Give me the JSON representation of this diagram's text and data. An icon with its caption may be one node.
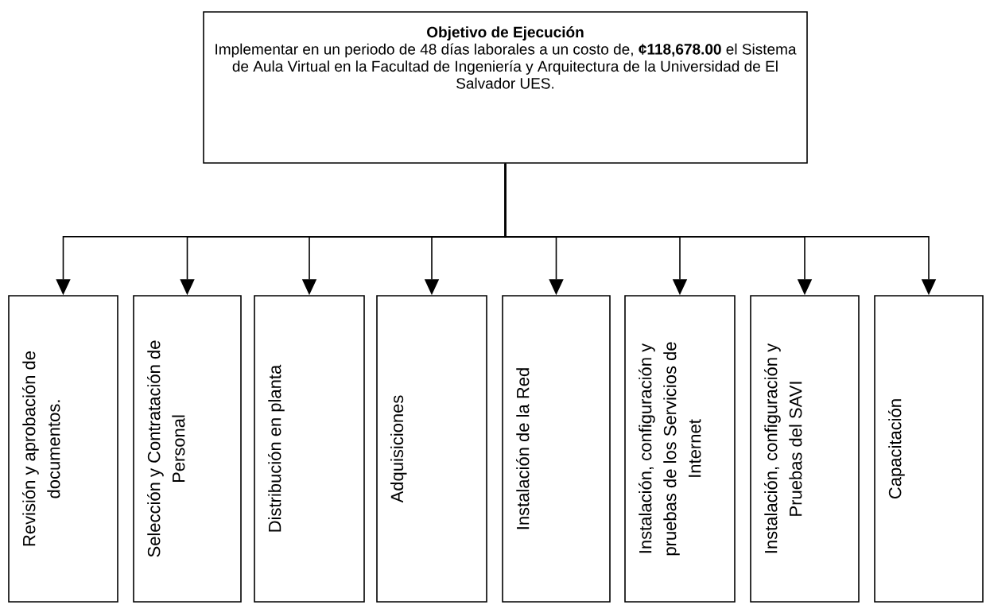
{
  "diagram": {
    "nodes": [
      {
        "text": [
          "Objetivo de Ejecución",
          "Implementar en un periodo de 48 días laborales a un costo de, **¢118,678.00** el Sistema de Aula Virtual en la Facultad de Ingeniería y Arquitectura de la Universidad de El Salvador UES."
        ]
      },
      {
        "text": [
          "Revisión y aprobación de documentos."
        ]
      },
      {
        "text": [
          "Selección y Contratación de Personal"
        ]
      },
      {
        "text": [
          "Distribución en planta"
        ]
      },
      {
        "text": [
          "Adquisiciones"
        ]
      },
      {
        "text": [
          "Instalación de la Red"
        ]
      },
      {
        "text": [
          "Instalación, configuración y pruebas de los Servicios de Internet"
        ]
      },
      {
        "text": [
          "Instalación, configuración y Pruebas del SAVI"
        ]
      },
      {
        "text": [
          "Capacitación"
        ]
      }
    ],
    "edges": [
      {
        "from": 0,
        "to": 1,
        "arrow": "to"
      },
      {
        "from": 0,
        "to": 2,
        "arrow": "to"
      },
      {
        "from": 0,
        "to": 3,
        "arrow": "to"
      },
      {
        "from": 0,
        "to": 4,
        "arrow": "to"
      },
      {
        "from": 0,
        "to": 5,
        "arrow": "to"
      },
      {
        "from": 0,
        "to": 6,
        "arrow": "to"
      },
      {
        "from": 0,
        "to": 7,
        "arrow": "to"
      },
      {
        "from": 0,
        "to": 8,
        "arrow": "to"
      }
    ]
  }
}
